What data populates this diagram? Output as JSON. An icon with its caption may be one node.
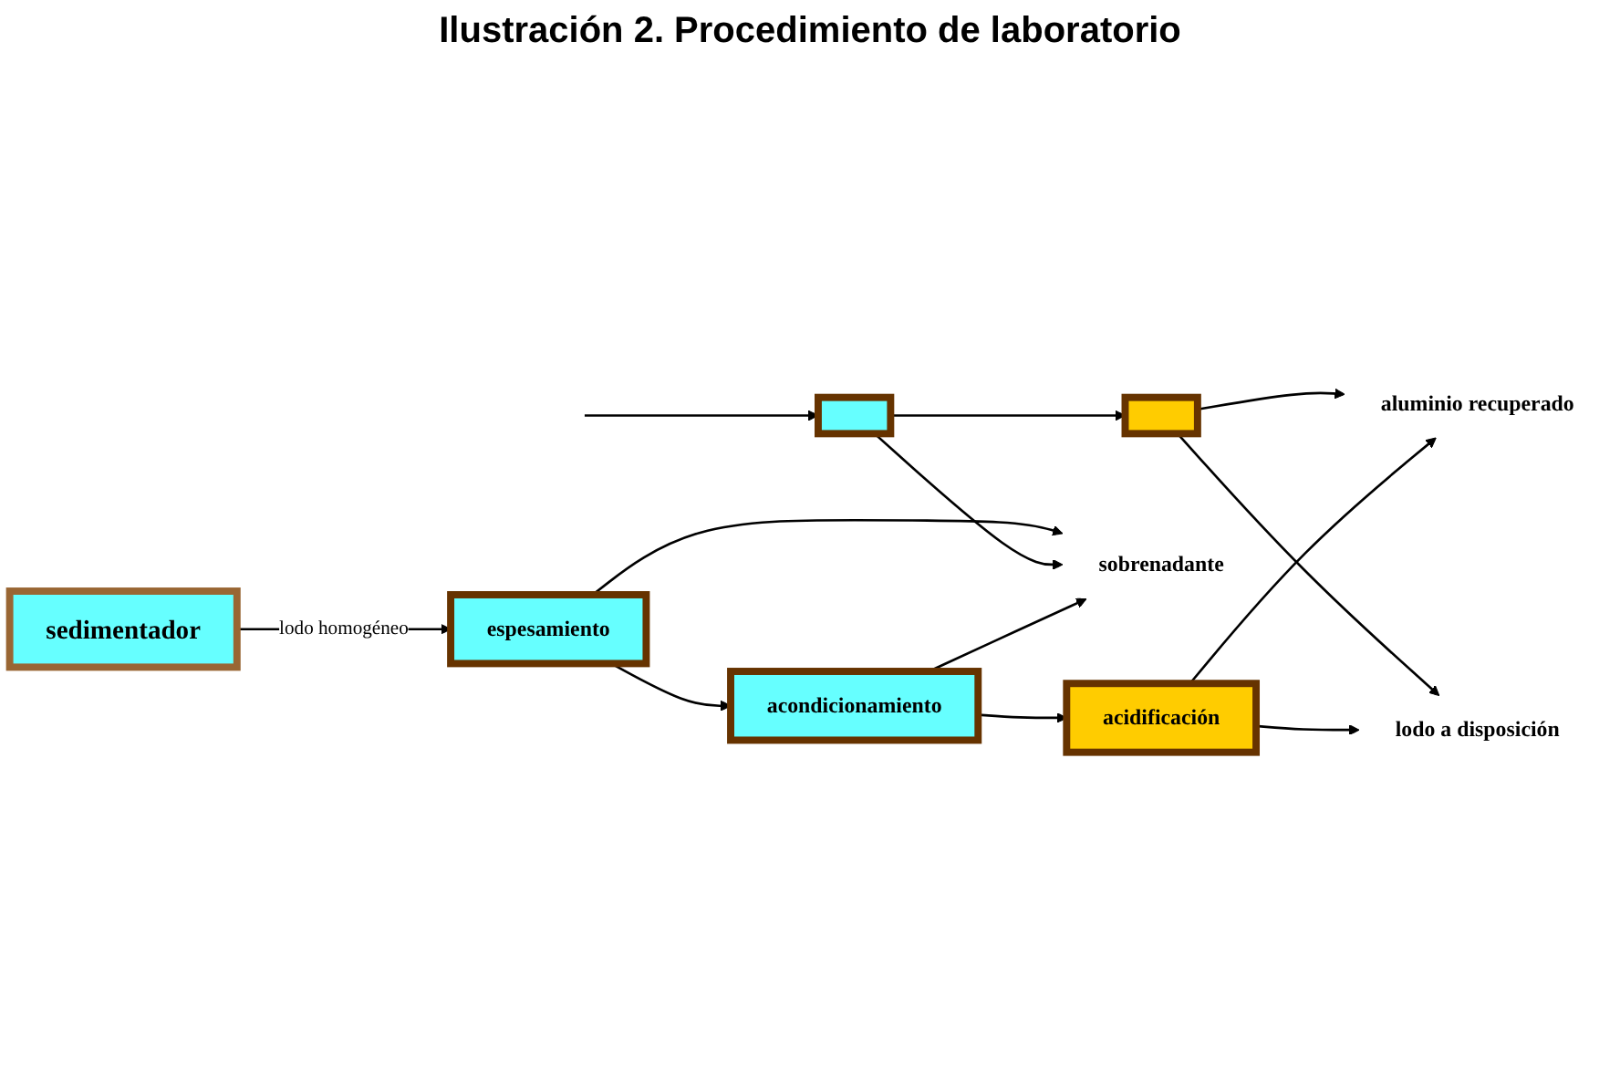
{
  "diagram": {
    "title": "Ilustración 2. Procedimiento de laboratorio",
    "nodes": [
      {
        "text": [
          "sedimentador"
        ]
      },
      {
        "text": [
          "aluminio recuperado"
        ]
      },
      {
        "text": [
          "sobrenadante"
        ]
      },
      {
        "text": [],
        "shape": "box"
      },
      {
        "text": [],
        "shape": "box"
      },
      {
        "text": [
          "espesamiento"
        ]
      },
      {
        "text": [
          "acondicionamiento"
        ]
      },
      {
        "text": [
          "acidificación"
        ]
      },
      {
        "text": [
          "lodo a disposición"
        ]
      }
    ],
    "edges": [
      {
        "from": 0,
        "to": 5,
        "arrow": "to",
        "label": "lodo homogéneo"
      },
      {
        "from": null,
        "to": 3,
        "arrow": "to"
      },
      {
        "from": 5,
        "to": 2,
        "arrow": "to"
      },
      {
        "from": 3,
        "to": 2,
        "arrow": "to"
      },
      {
        "from": 6,
        "to": 2,
        "arrow": "to"
      },
      {
        "from": 5,
        "to": 6,
        "arrow": "to"
      },
      {
        "from": 3,
        "to": 4,
        "arrow": "to"
      },
      {
        "from": 6,
        "to": 7,
        "arrow": "to"
      },
      {
        "from": 4,
        "to": 1,
        "arrow": "to"
      },
      {
        "from": 7,
        "to": 1,
        "arrow": "to"
      },
      {
        "from": 4,
        "to": 8,
        "arrow": "to"
      },
      {
        "from": 7,
        "to": 8,
        "arrow": "to"
      }
    ]
  }
}
